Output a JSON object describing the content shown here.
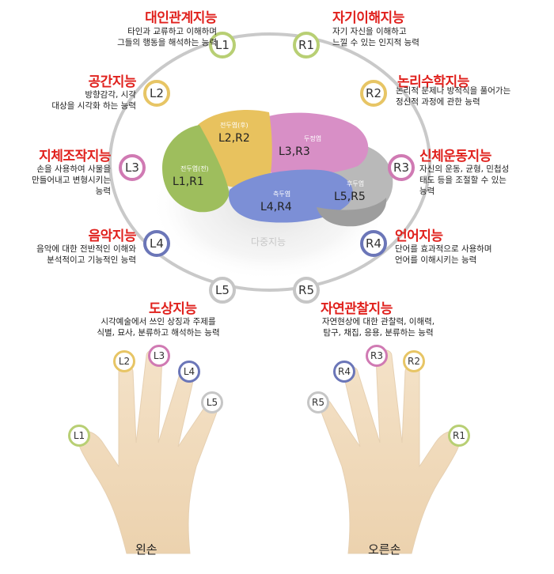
{
  "intelligences": {
    "L1": {
      "title": "대인관계지능",
      "desc": "타인과 교류하고 이해하며\n그들의 행동을 해석하는 능력",
      "color": "#b8cf74"
    },
    "L2": {
      "title": "공간지능",
      "desc": "방향감각, 시각\n대상을 시각화 하는 능력",
      "color": "#e7c565"
    },
    "L3": {
      "title": "지체조작지능",
      "desc": "손을 사용하여 사물을\n만들어내고 변형시키는\n능력",
      "color": "#d07ab3"
    },
    "L4": {
      "title": "음악지능",
      "desc": "음악에 대한 전반적인 이해와\n분석적이고 기능적인 능력",
      "color": "#6b76b8"
    },
    "L5": {
      "title": "도상지능",
      "desc": "시각예술에서 쓰인 상징과 주제를\n식별, 묘사, 분류하고 해석하는 능력",
      "color": "#c6c6c6"
    },
    "R1": {
      "title": "자기이해지능",
      "desc": "자기 자신을 이해하고\n느낄 수 있는 인지적 능력",
      "color": "#b8cf74"
    },
    "R2": {
      "title": "논리수학지능",
      "desc": "논리적 문제나 방적식을 풀어가는\n정신적 과정에 관한 능력",
      "color": "#e7c565"
    },
    "R3": {
      "title": "신체운동지능",
      "desc": "자신의 운동, 균형, 민첩성\n태도 등을 조절할 수 있는\n능력",
      "color": "#d07ab3"
    },
    "R4": {
      "title": "언어지능",
      "desc": "단어를 효과적으로 사용하며\n언어를 이해시키는 능력",
      "color": "#6b76b8"
    },
    "R5": {
      "title": "자연관찰지능",
      "desc": "자연현상에 대한 관찰력, 이해력,\n탐구, 채집, 응용, 분류하는 능력",
      "color": "#c6c6c6"
    }
  },
  "badges": [
    "L1",
    "L2",
    "L3",
    "L4",
    "L5",
    "R1",
    "R2",
    "R3",
    "R4",
    "R5"
  ],
  "brain": {
    "frontal_top": {
      "name": "전두엽(후)",
      "pair": "L2,R2"
    },
    "frontal_front": {
      "name": "전두엽(전)",
      "pair": "L1,R1"
    },
    "parietal": {
      "name": "두정엽",
      "pair": "L3,R3"
    },
    "temporal": {
      "name": "측두엽",
      "pair": "L4,R4"
    },
    "occipital": {
      "name": "후두엽",
      "pair": "L5,R5"
    },
    "center_label": "다중지능"
  },
  "hands": {
    "left": "왼손",
    "right": "오른손"
  }
}
